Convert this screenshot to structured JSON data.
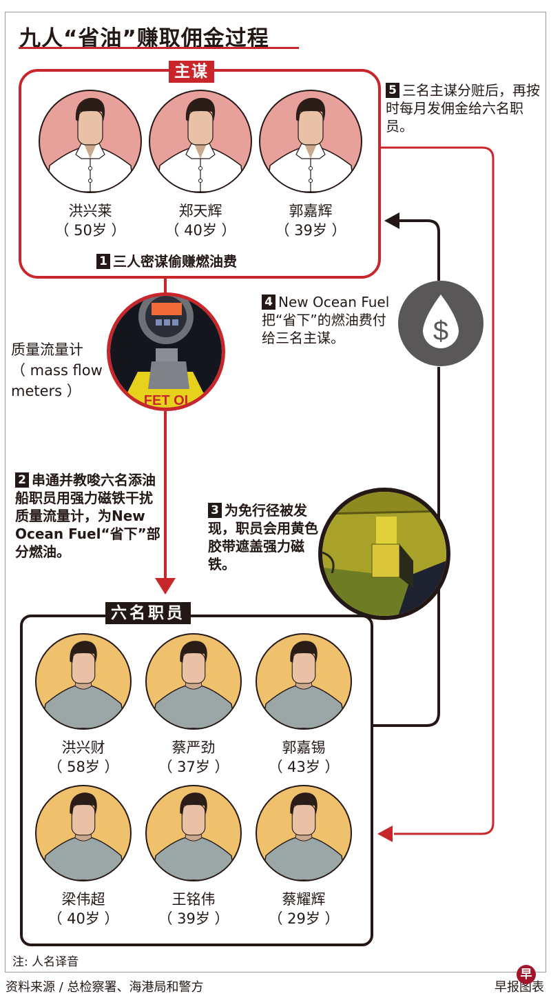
{
  "title": "九人“省油”赚取佣金过程",
  "colors": {
    "accent_red": "#c8262b",
    "dark": "#231815",
    "ringleader_bg": "#e8a09b",
    "employee_bg": "#f0c16c",
    "employee_shirt": "#9aa7a6",
    "drop_gray": "#595757"
  },
  "ringleaders": {
    "label": "主谋",
    "people": [
      {
        "name": "洪兴莱",
        "age": "（ 50岁 ）"
      },
      {
        "name": "郑天辉",
        "age": "（ 40岁 ）"
      },
      {
        "name": "郭嘉辉",
        "age": "（ 39岁 ）"
      }
    ]
  },
  "employees": {
    "label": "六名职员",
    "people": [
      {
        "name": "洪兴财",
        "age": "（ 58岁 ）"
      },
      {
        "name": "蔡严劲",
        "age": "（ 37岁 ）"
      },
      {
        "name": "郭嘉锡",
        "age": "（ 43岁 ）"
      },
      {
        "name": "梁伟超",
        "age": "（ 40岁 ）"
      },
      {
        "name": "王铭伟",
        "age": "（ 39岁 ）"
      },
      {
        "name": "蔡耀辉",
        "age": "（ 29岁 ）"
      }
    ]
  },
  "steps": [
    {
      "num": "1",
      "text": "三人密谋偷赚燃油费"
    },
    {
      "num": "2",
      "text": "串通并教唆六名添油船职员用强力磁铁干扰质量流量计，为New Ocean Fuel“省下”部分燃油。"
    },
    {
      "num": "3",
      "text": "为免行径被发现，职员会用黄色胶带遮盖强力磁铁。"
    },
    {
      "num": "4",
      "text": "New Ocean Fuel把“省下”的燃油费付给三名主谋。"
    },
    {
      "num": "5",
      "text": "三名主谋分赃后，再按时每月发佣金给六名职员。"
    }
  ],
  "meter_label": {
    "line1": "质量流量计",
    "line2": "（ mass flow",
    "line3": "meters ）"
  },
  "meter_photo_text": "FET OI",
  "icons": {
    "drop": "dollar-drop-icon",
    "dollar_glyph": "$"
  },
  "footnote": "注: 人名译音",
  "source": "资料来源 / 总检察署、海港局和警方",
  "credit": "早报图表",
  "logo_glyph": "早"
}
